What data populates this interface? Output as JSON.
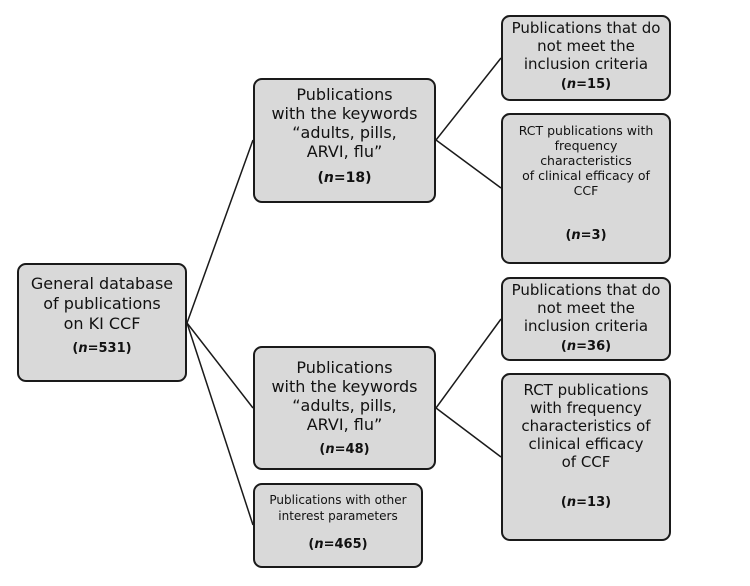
{
  "nodes": {
    "root": {
      "label": "General database\nof publications\non KI CCF",
      "count_n": "n",
      "count_value": "=531)"
    },
    "keywords_1": {
      "label": "Publications\nwith the keywords\n“adults, pills,\nARVI, flu”",
      "count_n": "n",
      "count_value": "=18)"
    },
    "keywords_2": {
      "label": "Publications\nwith the keywords\n“adults, pills,\nARVI, flu”",
      "count_n": "n",
      "count_value": "=48)"
    },
    "other_parameters": {
      "label": "Publications with other\ninterest parameters",
      "count_n": "n",
      "count_value": "=465)"
    },
    "excluded_1": {
      "label": "Publications that do\nnot meet the\ninclusion criteria",
      "count_n": "n",
      "count_value": "=15)"
    },
    "rct_1": {
      "label": "RCT publications with\nfrequency\ncharacteristics\nof clinical efficacy of\nCCF",
      "count_n": "n",
      "count_value": "=3)"
    },
    "excluded_2": {
      "label": "Publications that do\nnot meet the\ninclusion criteria",
      "count_n": "n",
      "count_value": "=36)"
    },
    "rct_2": {
      "label": "RCT publications\nwith frequency\ncharacteristics of\nclinical efficacy\nof CCF",
      "count_n": "n",
      "count_value": "=13)"
    }
  },
  "edges": [
    {
      "from": "root",
      "to": "keywords_1"
    },
    {
      "from": "root",
      "to": "keywords_2"
    },
    {
      "from": "root",
      "to": "other_parameters"
    },
    {
      "from": "keywords_1",
      "to": "excluded_1"
    },
    {
      "from": "keywords_1",
      "to": "rct_1"
    },
    {
      "from": "keywords_2",
      "to": "excluded_2"
    },
    {
      "from": "keywords_2",
      "to": "rct_2"
    }
  ],
  "colors": {
    "box_fill": "#d9d9d9",
    "box_border": "#1a1a1a",
    "connector": "#1a1a1a"
  }
}
